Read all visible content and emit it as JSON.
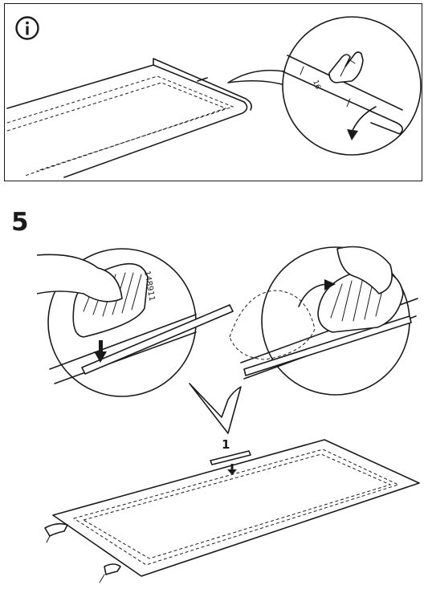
{
  "info_panel": {
    "icon": "info-icon",
    "tape_mark_label": "16"
  },
  "step": {
    "number": "5",
    "iron_model_label": "148911",
    "tape_callout_label": "1"
  },
  "colors": {
    "ink": "#1a1a1a",
    "paper": "#ffffff"
  }
}
